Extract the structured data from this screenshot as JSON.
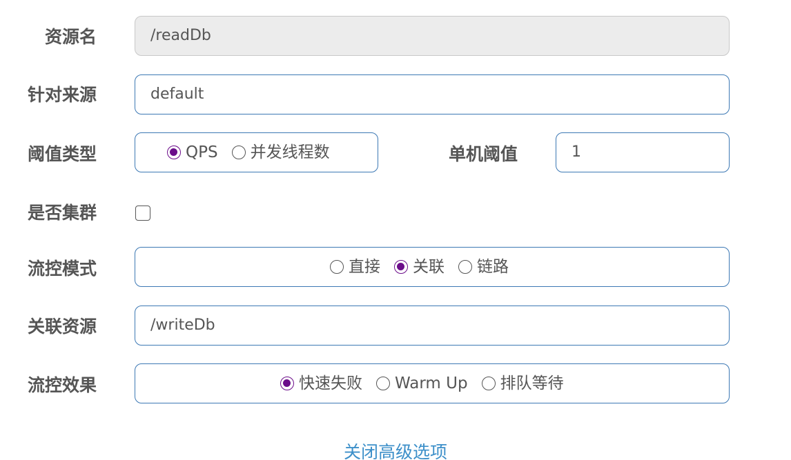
{
  "form": {
    "resource_name": {
      "label": "资源名",
      "value": "/readDb"
    },
    "limit_app": {
      "label": "针对来源",
      "value": "default"
    },
    "threshold_type": {
      "label": "阈值类型",
      "options": [
        {
          "label": "QPS",
          "checked": true
        },
        {
          "label": "并发线程数",
          "checked": false
        }
      ]
    },
    "single_threshold": {
      "label": "单机阈值",
      "value": "1"
    },
    "cluster_mode": {
      "label": "是否集群",
      "checked": false
    },
    "strategy": {
      "label": "流控模式",
      "options": [
        {
          "label": "直接",
          "checked": false
        },
        {
          "label": "关联",
          "checked": true
        },
        {
          "label": "链路",
          "checked": false
        }
      ]
    },
    "ref_resource": {
      "label": "关联资源",
      "value": "/writeDb"
    },
    "control_behavior": {
      "label": "流控效果",
      "options": [
        {
          "label": "快速失败",
          "checked": true
        },
        {
          "label": "Warm Up",
          "checked": false
        },
        {
          "label": "排队等待",
          "checked": false
        }
      ]
    },
    "toggle_advanced": {
      "label": "关闭高级选项"
    }
  },
  "colors": {
    "accent": "#6b0d8a",
    "border": "#3c78b4",
    "link": "#3c8fc9",
    "label": "#555555",
    "readonly_bg": "#ececec"
  }
}
